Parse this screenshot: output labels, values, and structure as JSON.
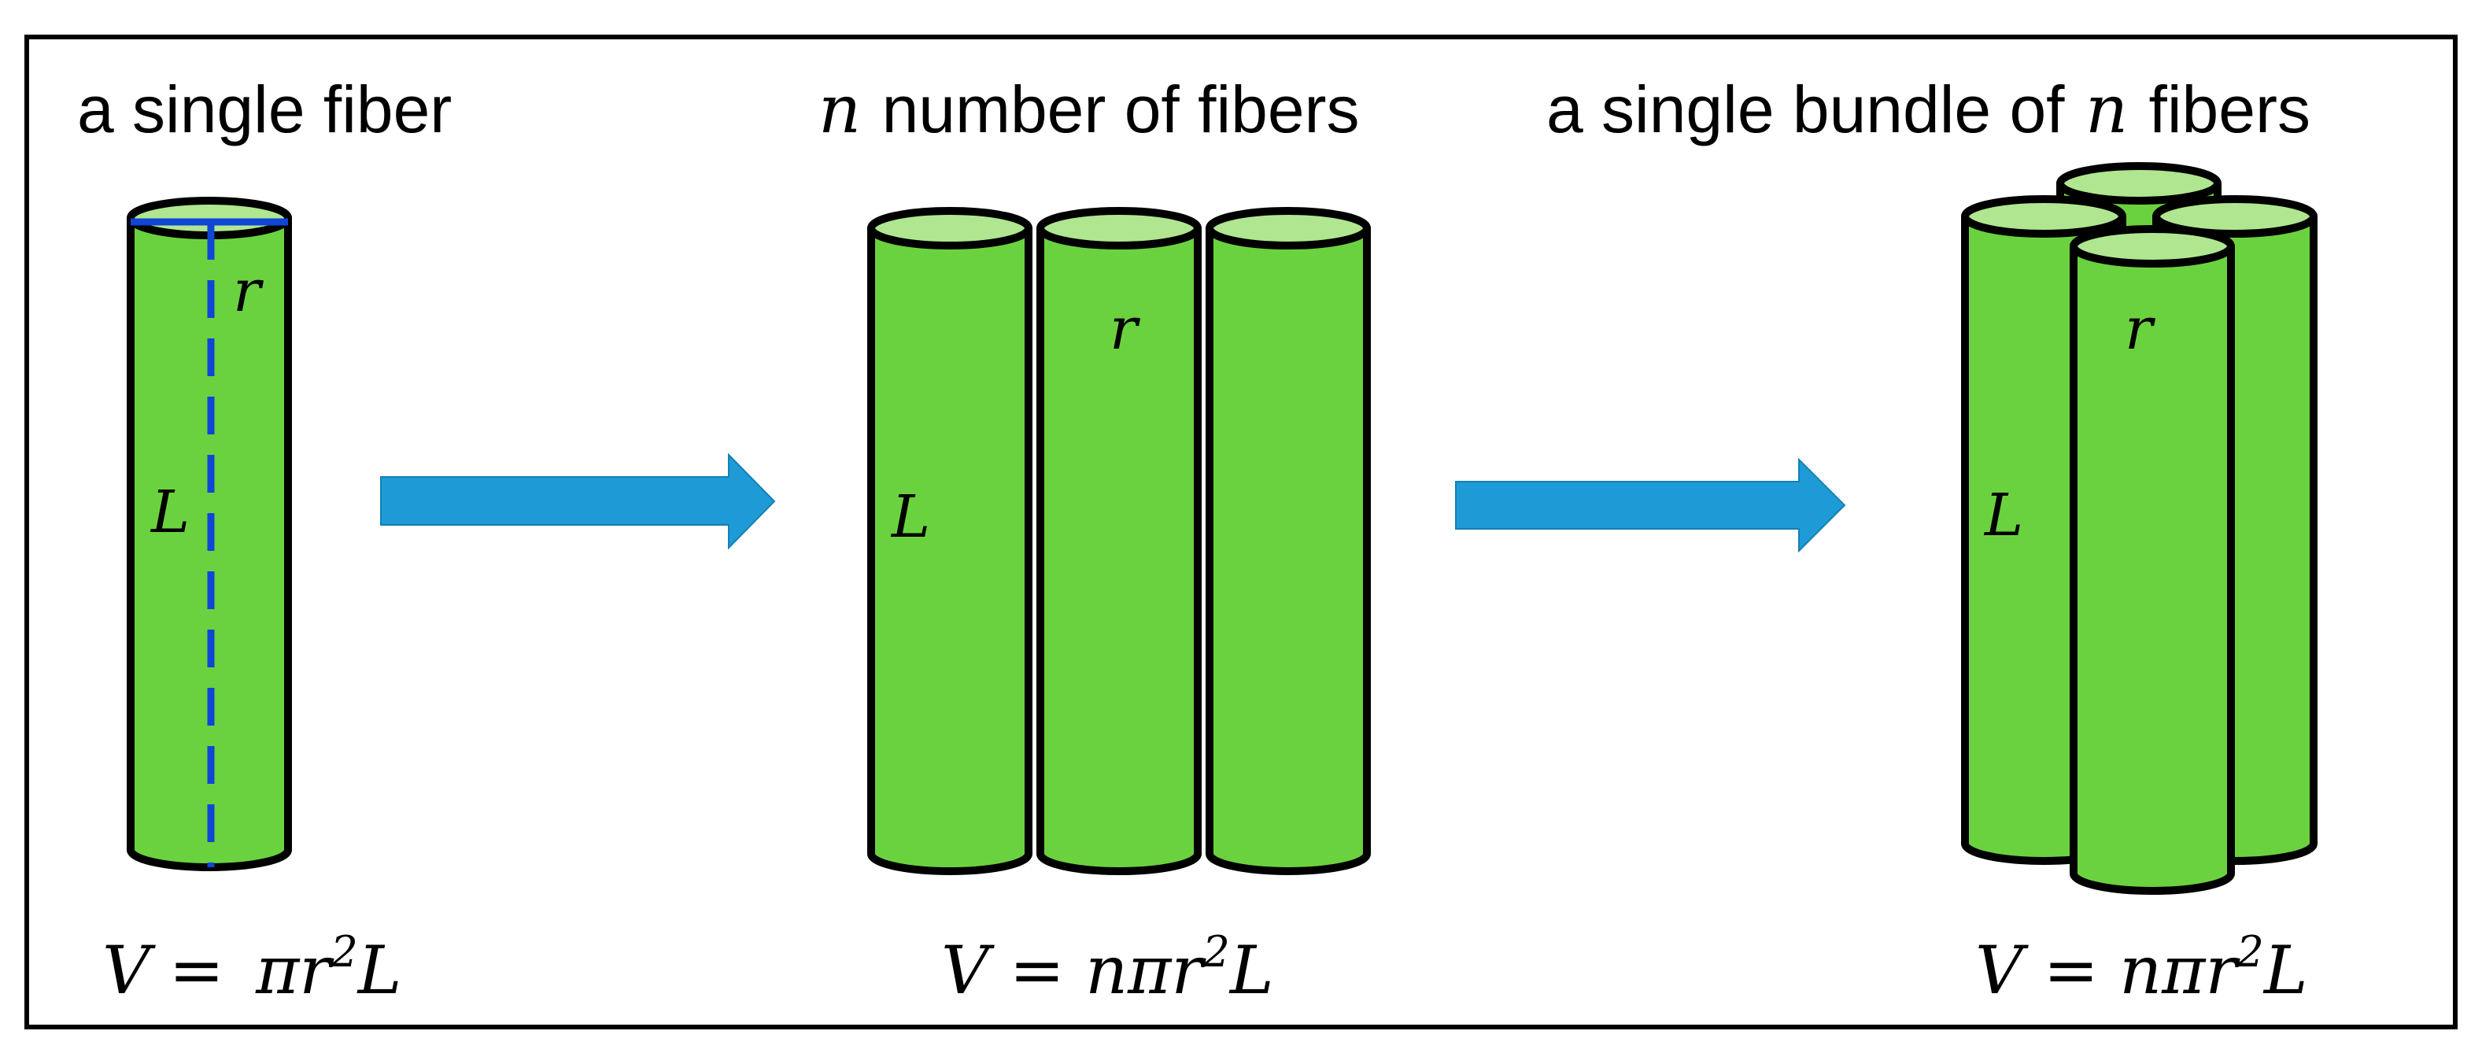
{
  "panels": [
    {
      "title": "a single fiber",
      "formula": "V = πr²L",
      "length_label": "L",
      "radius_label": "r"
    },
    {
      "title_var": "n",
      "title_rest": "number of fibers",
      "formula": "V = nπr²L",
      "length_label": "L",
      "radius_label": "r"
    },
    {
      "title_pre": "a single bundle of",
      "title_var": "n",
      "title_post": "fibers",
      "formula": "V = nπr²L",
      "length_label": "L",
      "radius_label": "r"
    }
  ],
  "symbols": {
    "V": "V",
    "eq": "=",
    "pi": "π",
    "r": "r",
    "n": "n",
    "L": "L",
    "two": "2"
  },
  "colors": {
    "fiber_body": "#6bd23f",
    "fiber_top": "#b0e690",
    "outline": "#000000",
    "arrow": "#1e9bd7",
    "radius_line": "#1045d6",
    "frame": "#000000"
  },
  "icons": [
    "arrow-right-icon",
    "arrow-right-icon"
  ]
}
